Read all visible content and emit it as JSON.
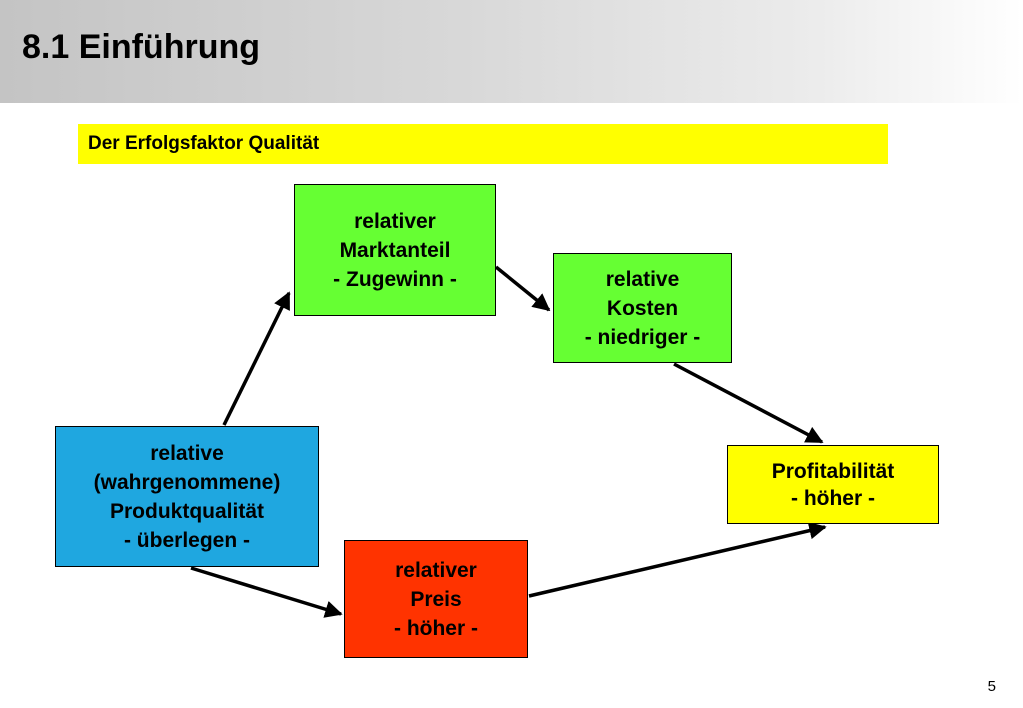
{
  "header": {
    "title": "8.1 Einführung"
  },
  "subtitle": "Der Erfolgsfaktor Qualität",
  "boxes": {
    "marktanteil": {
      "lines": [
        "relativer",
        "Marktanteil",
        "- Zugewinn -"
      ],
      "color": "#66ff33"
    },
    "kosten": {
      "lines": [
        "relative",
        "Kosten",
        "- niedriger -"
      ],
      "color": "#66ff33"
    },
    "qualitaet": {
      "lines": [
        "relative",
        "(wahrgenommene)",
        "Produktqualität",
        "- überlegen -"
      ],
      "color": "#1fa7e0"
    },
    "preis": {
      "lines": [
        "relativer",
        "Preis",
        "- höher -"
      ],
      "color": "#ff3300"
    },
    "profit": {
      "lines": [
        "Profitabilität",
        "- höher -"
      ],
      "color": "#ffff00"
    }
  },
  "page_number": "5"
}
